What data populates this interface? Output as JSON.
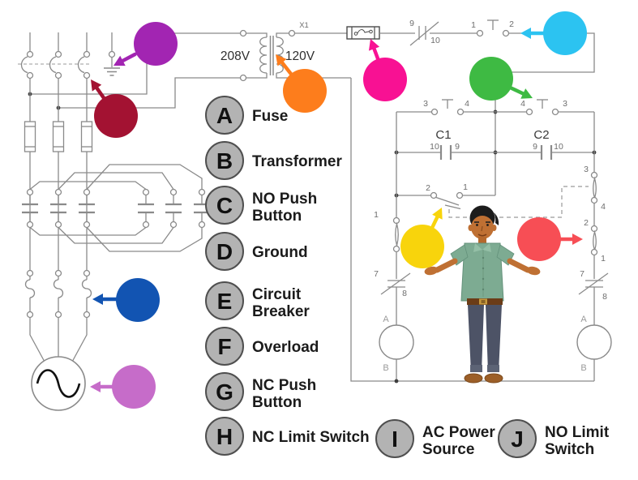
{
  "legend": {
    "circle_fill": "#b3b3b3",
    "circle_stroke": "#4f4f4f",
    "items": [
      {
        "letter": "A",
        "lines": [
          "Fuse"
        ]
      },
      {
        "letter": "B",
        "lines": [
          "Transformer"
        ]
      },
      {
        "letter": "C",
        "lines": [
          "NO Push",
          "Button"
        ]
      },
      {
        "letter": "D",
        "lines": [
          "Ground"
        ]
      },
      {
        "letter": "E",
        "lines": [
          "Circuit",
          "Breaker"
        ]
      },
      {
        "letter": "F",
        "lines": [
          "Overload"
        ]
      },
      {
        "letter": "G",
        "lines": [
          "NC Push",
          "Button"
        ]
      },
      {
        "letter": "H",
        "lines": [
          "NC Limit Switch"
        ]
      },
      {
        "letter": "I",
        "lines": [
          "AC Power",
          "Source"
        ]
      },
      {
        "letter": "J",
        "lines": [
          "NO Limit",
          "Switch"
        ]
      }
    ]
  },
  "diagram": {
    "labels": {
      "transformer_primary": "208V",
      "transformer_secondary": "120V",
      "terminal_x1": "X1",
      "contactor_1": "C1",
      "contactor_2": "C2"
    },
    "terminals": {
      "overload_nc_top": [
        "9",
        "10"
      ],
      "push_button_top": [
        "1",
        "2"
      ],
      "push_button_left": [
        "3",
        "4"
      ],
      "push_button_right": [
        "4",
        "3"
      ],
      "c1_contact": [
        "10",
        "9"
      ],
      "c2_contact": [
        "9",
        "10"
      ],
      "selector_switch": [
        "2",
        "1"
      ],
      "limit_left": [
        "1"
      ],
      "nc_contact_left": [
        "7",
        "8"
      ],
      "limit_right_upper": [
        "3",
        "4"
      ],
      "limit_right_lower": [
        "2",
        "1"
      ],
      "nc_contact_right": [
        "7",
        "8"
      ],
      "coil_left": [
        "A",
        "B"
      ],
      "coil_right": [
        "A",
        "B"
      ]
    }
  },
  "markers": {
    "purple": {
      "color": "#a225b2"
    },
    "darkred": {
      "color": "#a31232"
    },
    "orange": {
      "color": "#fd7d1c"
    },
    "pink": {
      "color": "#f81193"
    },
    "cyan": {
      "color": "#2cc3f1"
    },
    "green": {
      "color": "#3eba43"
    },
    "yellow": {
      "color": "#f8d40c"
    },
    "red": {
      "color": "#f74e55"
    },
    "blue": {
      "color": "#1254b2"
    },
    "orchid": {
      "color": "#c66cc9"
    }
  },
  "theme": {
    "wire": "#8a8a8a",
    "number_text": "#6e6e6e",
    "label_text": "#1b1b1b",
    "person_skin": "#bf7033",
    "person_shirt": "#7dab92",
    "person_pants": "#4d5366"
  }
}
